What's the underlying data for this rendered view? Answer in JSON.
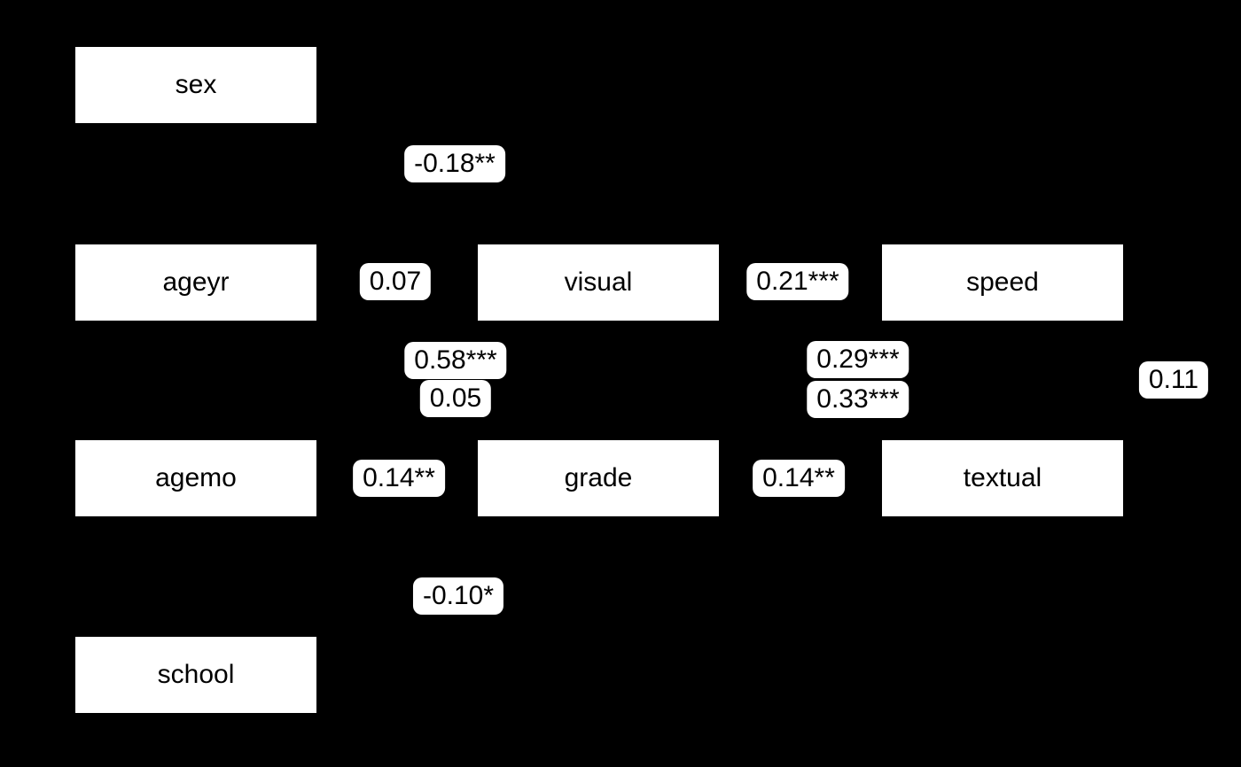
{
  "diagram": {
    "type": "sem-path-diagram",
    "background_color": "#000000",
    "node_fill_color": "#ffffff",
    "node_text_color": "#000000",
    "edge_label_fill_color": "#ffffff",
    "edge_label_text_color": "#000000",
    "nodes": [
      {
        "label": "sex"
      },
      {
        "label": "ageyr"
      },
      {
        "label": "visual"
      },
      {
        "label": "speed"
      },
      {
        "label": "agemo"
      },
      {
        "label": "grade"
      },
      {
        "label": "textual"
      },
      {
        "label": "school"
      }
    ],
    "edge_labels": [
      {
        "text": "-0.18**"
      },
      {
        "text": "0.07"
      },
      {
        "text": "0.21***"
      },
      {
        "text": "0.58***"
      },
      {
        "text": "0.05"
      },
      {
        "text": "0.29***"
      },
      {
        "text": "0.33***"
      },
      {
        "text": "0.11"
      },
      {
        "text": "0.14**"
      },
      {
        "text": "0.14**"
      },
      {
        "text": "-0.10*"
      }
    ]
  }
}
